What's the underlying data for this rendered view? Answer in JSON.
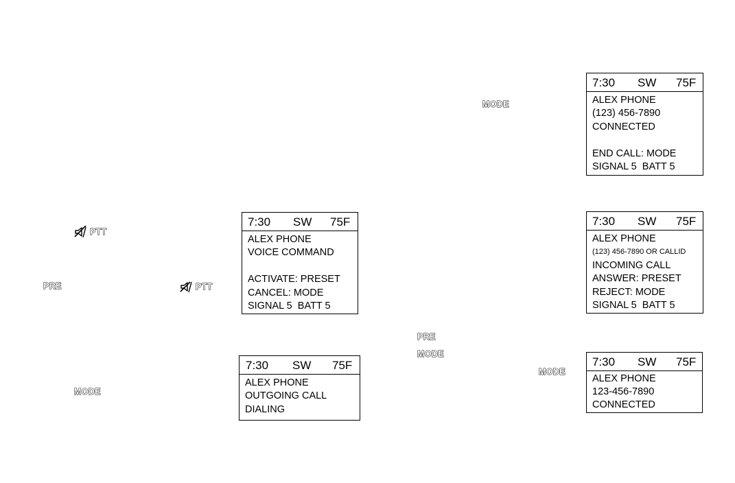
{
  "screens": {
    "voice_command": {
      "header": {
        "time": "7:30",
        "dir": "SW",
        "temp": "75F"
      },
      "lines": [
        "ALEX PHONE",
        "VOICE COMMAND",
        "",
        "ACTIVATE: PRESET",
        "CANCEL: MODE",
        "SIGNAL 5  BATT 5"
      ]
    },
    "outgoing": {
      "header": {
        "time": "7:30",
        "dir": "SW",
        "temp": "75F"
      },
      "lines": [
        "ALEX PHONE",
        "OUTGOING CALL",
        "DIALING"
      ]
    },
    "connected_end": {
      "header": {
        "time": "7:30",
        "dir": "SW",
        "temp": "75F"
      },
      "lines": [
        "ALEX PHONE",
        "(123) 456-7890",
        "CONNECTED",
        "",
        "END CALL: MODE",
        "SIGNAL 5  BATT 5"
      ]
    },
    "incoming": {
      "header": {
        "time": "7:30",
        "dir": "SW",
        "temp": "75F"
      },
      "line1": "ALEX PHONE",
      "line2_small": "(123) 456-7890 OR CALLID",
      "lines": [
        "INCOMING CALL",
        "ANSWER: PRESET",
        "REJECT: MODE",
        "SIGNAL 5  BATT 5"
      ]
    },
    "connected": {
      "header": {
        "time": "7:30",
        "dir": "SW",
        "temp": "75F"
      },
      "lines": [
        "ALEX PHONE",
        "123-456-7890",
        "CONNECTED"
      ]
    }
  },
  "labels": {
    "ptt_text": "PTT",
    "pre": "PRE",
    "mode": "MODE"
  },
  "icons": {
    "mute_ptt": "speaker-mute-icon"
  }
}
